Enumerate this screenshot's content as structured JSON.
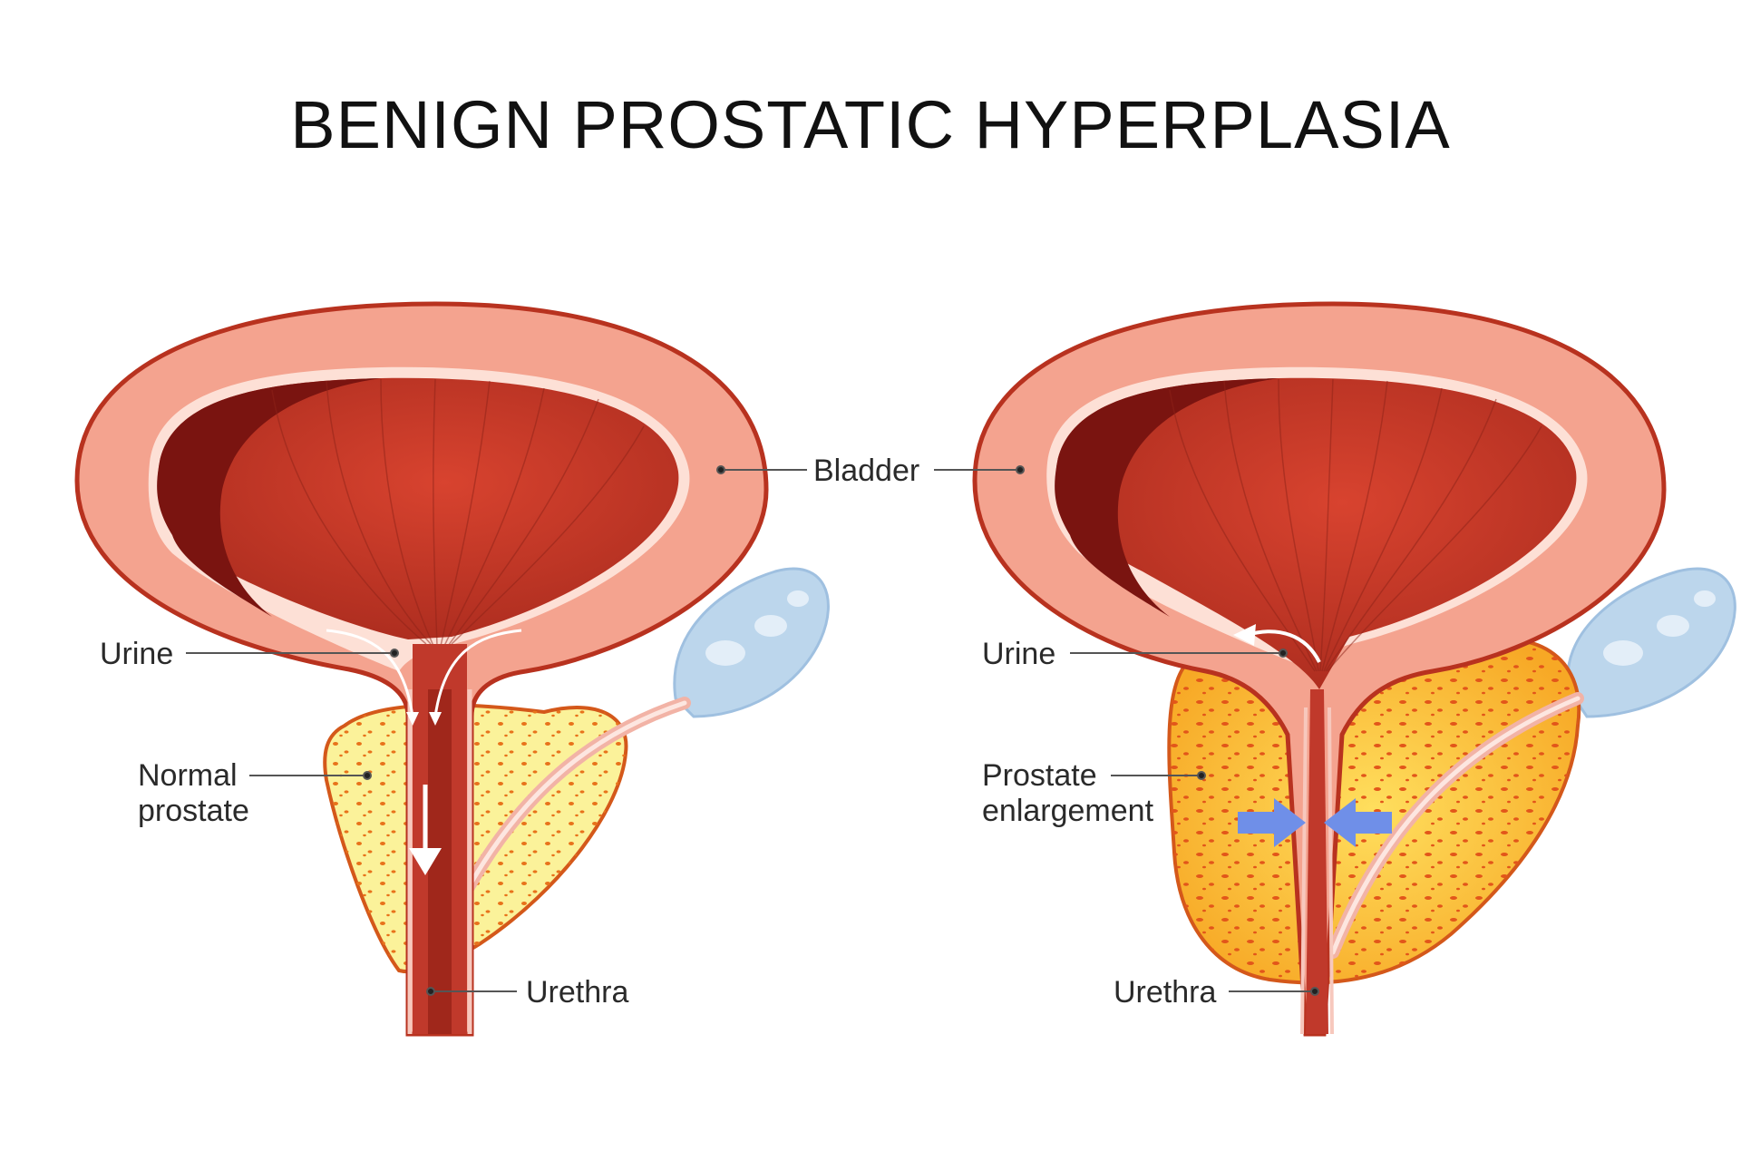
{
  "title": "BENIGN PROSTATIC HYPERPLASIA",
  "labels": {
    "bladder": "Bladder",
    "urine_left": "Urine",
    "urine_right": "Urine",
    "normal_prostate_line1": "Normal",
    "normal_prostate_line2": "prostate",
    "enlargement_line1": "Prostate",
    "enlargement_line2": "enlargement",
    "urethra_left": "Urethra",
    "urethra_right": "Urethra"
  },
  "colors": {
    "bladder_outer": "#f4a38f",
    "bladder_outline": "#b8321f",
    "bladder_inner": "#c0392b",
    "bladder_dark": "#7a1410",
    "prostate_normal": "#fbf29a",
    "prostate_enlarged": "#f9c23c",
    "prostate_spots": "#e8731b",
    "seminal_vesicle": "#bcd6ec",
    "compression_arrows": "#6f8fe8"
  }
}
